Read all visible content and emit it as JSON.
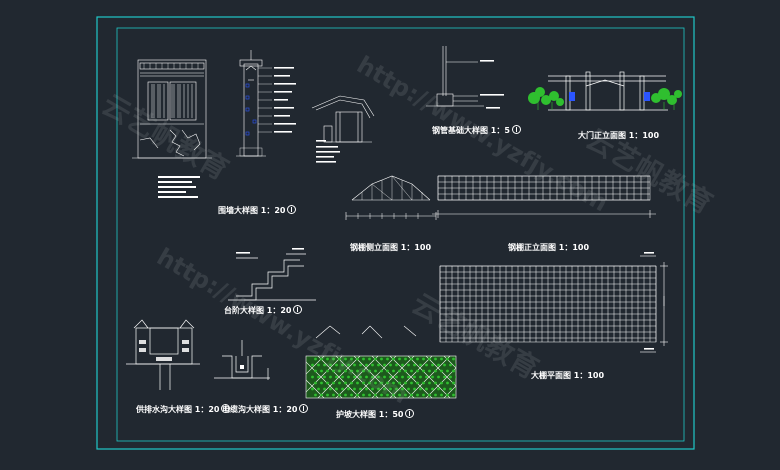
{
  "colors": {
    "background": "#212830",
    "frame": "#1fc8c8",
    "lines": "#ffffff",
    "vegetation": "#2fbf2f",
    "blue_accent": "#2b55ff",
    "watermark": "#c8cdd4"
  },
  "labels": {
    "fence": "围墙大样图 1：20",
    "steel_base": "钢管基础大样图 1：5",
    "gate": "大门正立面图 1：100",
    "shed_side": "钢棚侧立面图 1：100",
    "shed_front": "钢棚正立面图 1：100",
    "steps": "台阶大样图 1：20",
    "drain": "供排水沟大样图 1：20",
    "cable": "电缆沟大样图 1：20",
    "slope": "护坡大样图 1：50",
    "shed_plan": "大棚平面图 1：100"
  },
  "watermarks": {
    "brand": "云艺帆教育",
    "url": "http://www.yzfjy.com"
  }
}
